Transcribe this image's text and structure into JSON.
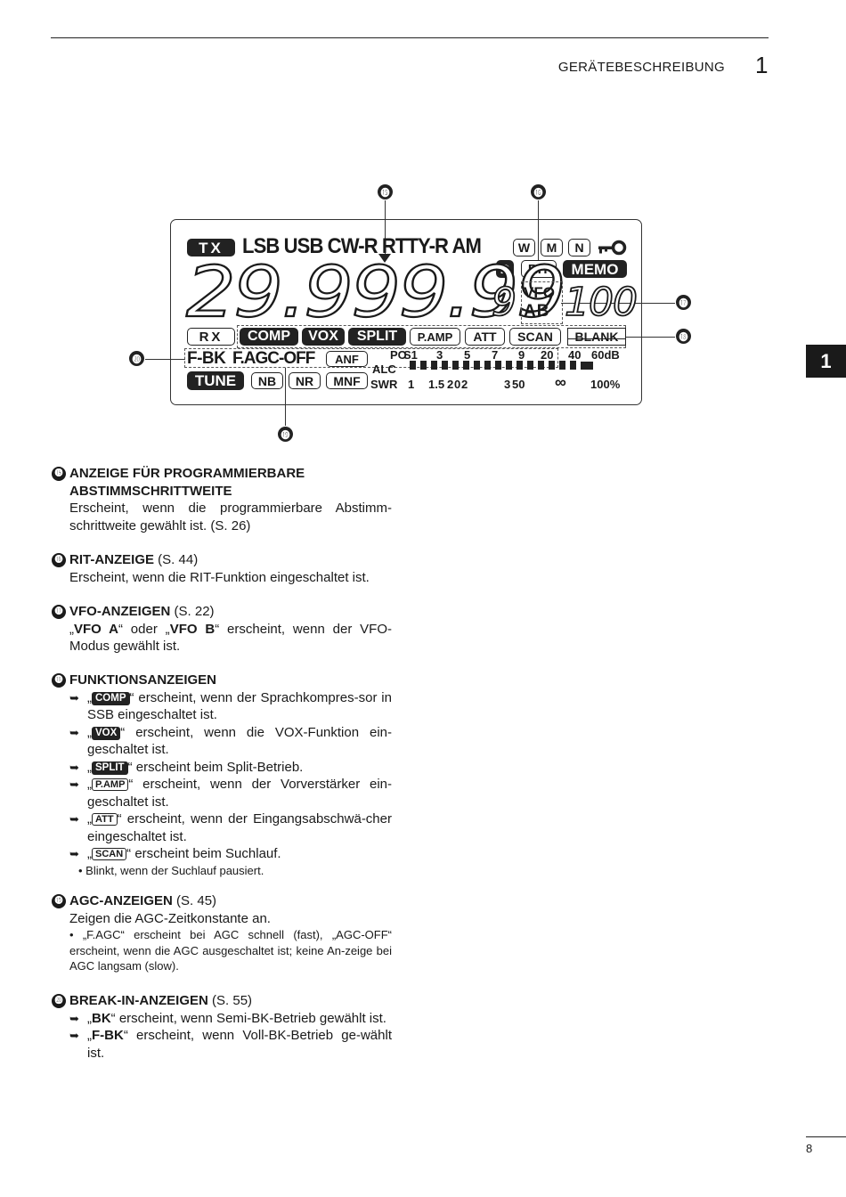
{
  "header": {
    "title": "GERÄTEBESCHREIBUNG",
    "chapter": "1"
  },
  "side_tab": "1",
  "page_number": "8",
  "lcd": {
    "tx": "TX",
    "modes": "LSB USB CW-R RTTY-R AM",
    "w": "W",
    "m": "M",
    "n": "N",
    "key_icon": "key-icon",
    "d": "D",
    "rit": "RIT",
    "memo": "MEMO",
    "frequency": "29.999.99",
    "freq_small": "9",
    "vfo": "VFO",
    "ab": "AB",
    "memory_ch": "100",
    "rx": "RX",
    "comp": "COMP",
    "vox": "VOX",
    "split": "SPLIT",
    "pamp": "P.AMP",
    "att": "ATT",
    "scan": "SCAN",
    "blank": "BLANK",
    "fbk": "F-BK",
    "fagc": "F.AGC-OFF",
    "anf": "ANF",
    "tune": "TUNE",
    "nb": "NB",
    "nr": "NR",
    "mnf": "MNF",
    "meter": {
      "po": "PO",
      "alc": "ALC",
      "swr": "SWR",
      "s_scale": [
        "S1",
        "3",
        "5",
        "7",
        "9",
        "20",
        "40",
        "60dB"
      ],
      "swr_scale": [
        "1",
        "1.5",
        "2",
        "0",
        "2",
        "3",
        "50",
        "∞",
        "100%"
      ]
    },
    "callouts": [
      "⓯",
      "⓰",
      "⓱",
      "⓲",
      "⓳",
      "⓴"
    ]
  },
  "sections": [
    {
      "num": "⓯",
      "title": "ANZEIGE FÜR PROGRAMMIERBARE",
      "title2": "ABSTIMMSCHRITTWEITE",
      "body": "Erscheint, wenn die programmierbare Abstimm-schrittweite gewählt ist. (S. 26)"
    },
    {
      "num": "⓰",
      "title": "RIT-ANZEIGE",
      "ref": " (S. 44)",
      "body": "Erscheint, wenn die RIT-Funktion eingeschaltet ist."
    },
    {
      "num": "⓱",
      "title": "VFO-ANZEIGEN",
      "ref": " (S. 22)",
      "body_pre": "„",
      "body_b1": "VFO A",
      "body_mid": "“ oder „",
      "body_b2": "VFO B",
      "body_post": "“ erscheint, wenn der VFO-Modus gewählt ist."
    },
    {
      "num": "⓲",
      "title": "FUNKTIONSANZEIGEN",
      "bullets": [
        {
          "badge": "COMP",
          "text": "“ erscheint, wenn der Sprachkompres-sor in SSB eingeschaltet ist."
        },
        {
          "badge": "VOX",
          "text": "“ erscheint, wenn die VOX-Funktion ein-geschaltet ist."
        },
        {
          "badge": "SPLIT",
          "text": "“ erscheint beim Split-Betrieb."
        },
        {
          "badge": "P.AMP",
          "text": "“ erscheint, wenn der Vorverstärker ein-geschaltet ist."
        },
        {
          "badge": "ATT",
          "text": "“ erscheint, wenn der Eingangsabschwä-cher eingeschaltet ist."
        },
        {
          "badge": "SCAN",
          "text": "“ erscheint beim Suchlauf."
        }
      ],
      "note": "• Blinkt, wenn der Suchlauf pausiert."
    },
    {
      "num": "⓳",
      "title": "AGC-ANZEIGEN",
      "ref": " (S. 45)",
      "body": "Zeigen die AGC-Zeitkonstante an.",
      "note": "• „F.AGC“ erscheint bei AGC schnell (fast), „AGC-OFF“ erscheint, wenn die AGC ausgeschaltet ist; keine An-zeige bei AGC langsam (slow)."
    },
    {
      "num": "⓴",
      "title": "BREAK-IN-ANZEIGEN",
      "ref": " (S. 55)",
      "bullets": [
        {
          "pre": "„",
          "bold": "BK",
          "text": "“ erscheint, wenn Semi-BK-Betrieb gewählt ist."
        },
        {
          "pre": "„",
          "bold": "F-BK",
          "text": "“ erscheint, wenn Voll-BK-Betrieb ge-wählt ist."
        }
      ]
    }
  ]
}
